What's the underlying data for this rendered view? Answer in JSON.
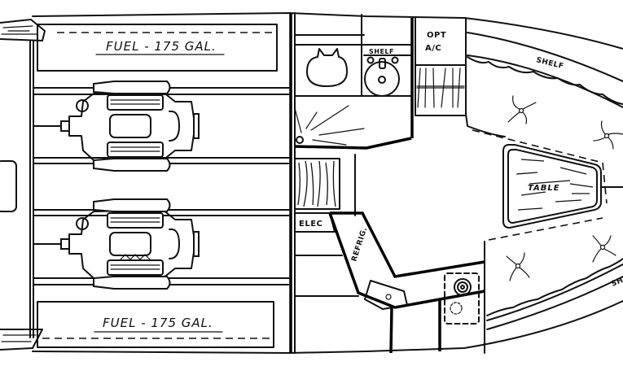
{
  "diagram": {
    "type": "boat-deck-floor-plan",
    "style": "black ink line drawing on white",
    "labels": {
      "fuel_tank_top": "FUEL - 175 GAL.",
      "fuel_tank_bottom": "FUEL - 175 GAL.",
      "shelf_head": "SHELF",
      "opt_ac_line1": "OPT",
      "opt_ac_line2": "A/C",
      "elec": "ELEC",
      "refrig": "REFRIG.",
      "table": "TABLE",
      "shelf_upper": "SHELF",
      "shelf_lower": "SH"
    },
    "components": [
      {
        "id": "fuel-tank-port",
        "label": "FUEL - 175 GAL."
      },
      {
        "id": "fuel-tank-starboard",
        "label": "FUEL - 175 GAL."
      },
      {
        "id": "engine-port"
      },
      {
        "id": "engine-starboard"
      },
      {
        "id": "head-toilet"
      },
      {
        "id": "head-sink"
      },
      {
        "id": "shower"
      },
      {
        "id": "opt-ac",
        "label": "OPT A/C"
      },
      {
        "id": "ladder-steps"
      },
      {
        "id": "elec-panel",
        "label": "ELEC"
      },
      {
        "id": "refrigerator-counter",
        "label": "REFRIG."
      },
      {
        "id": "galley-sink"
      },
      {
        "id": "stove-burners"
      },
      {
        "id": "dinette-table",
        "label": "TABLE"
      },
      {
        "id": "settee-upper",
        "label": "SHELF"
      },
      {
        "id": "settee-lower",
        "label": "SH"
      }
    ],
    "colors": {
      "ink": "#111111",
      "paper": "#ffffff"
    }
  }
}
